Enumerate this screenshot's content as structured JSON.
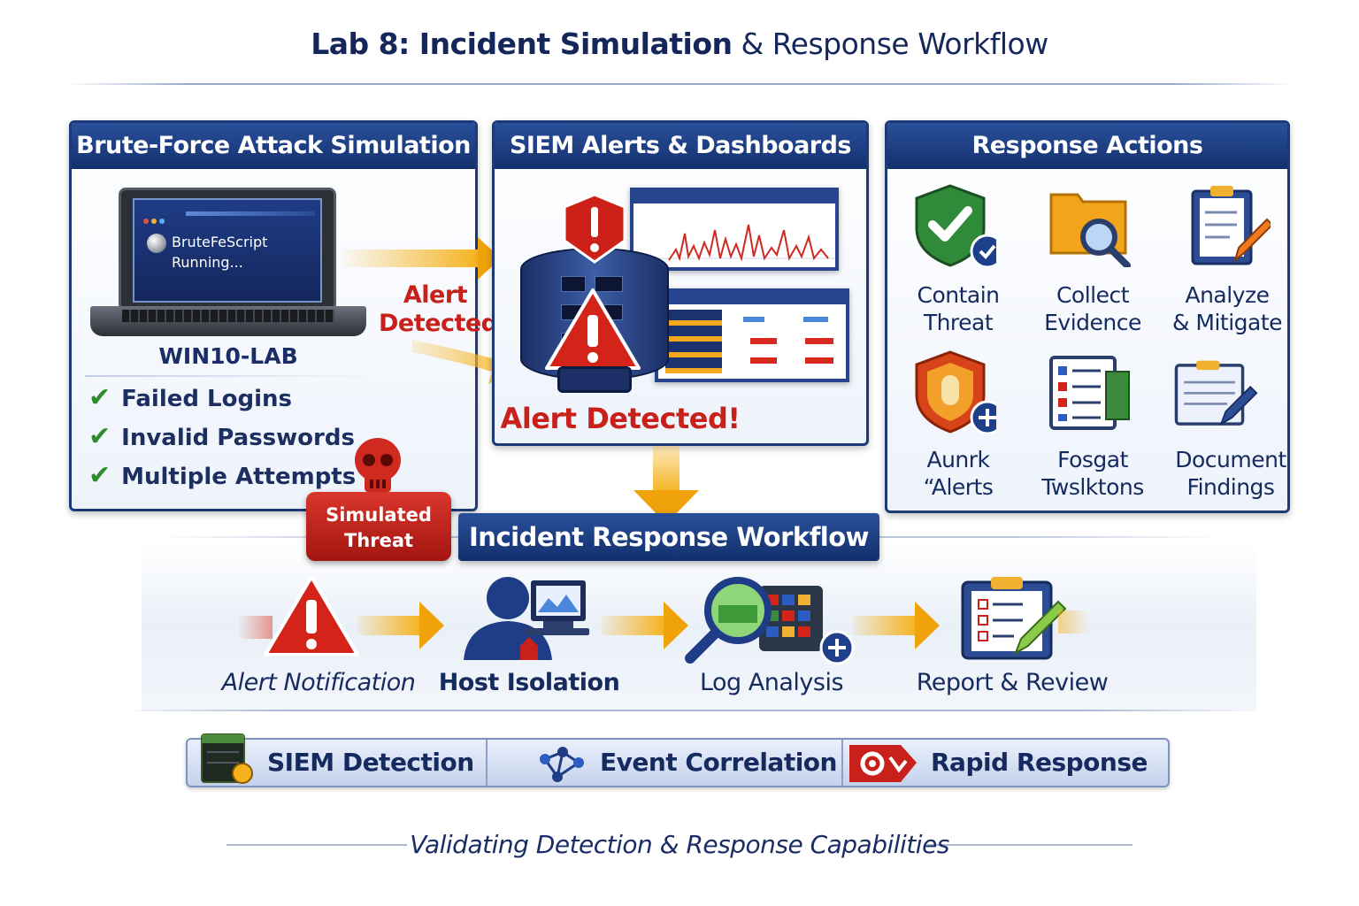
{
  "title": {
    "bold": "Lab 8: Incident Simulation",
    "rest": "& Response Workflow"
  },
  "panels": {
    "attack": {
      "header": "Brute-Force Attack Simulation",
      "screen_text_1": "BruteFeScript",
      "screen_text_2": "Running...",
      "host": "WIN10-LAB",
      "checks": [
        "Failed Logins",
        "Invalid Passwords",
        "Multiple Attempts"
      ]
    },
    "siem": {
      "header": "SIEM Alerts & Dashboards",
      "side_alert_1": "Alert",
      "side_alert_2": "Detected!",
      "main_alert": "Alert Detected!"
    },
    "response": {
      "header": "Response Actions",
      "items": [
        {
          "line1": "Contain",
          "line2": "Threat",
          "icon": "shield-check-icon"
        },
        {
          "line1": "Collect",
          "line2": "Evidence",
          "icon": "folder-search-icon"
        },
        {
          "line1": "Analyze",
          "line2": "& Mitigate",
          "icon": "clipboard-pencil-icon"
        },
        {
          "line1": "Aunrk",
          "line2": "“Alerts",
          "icon": "shield-plus-icon"
        },
        {
          "line1": "Fosgat",
          "line2": "Twslktons",
          "icon": "checklist-icon"
        },
        {
          "line1": "Document",
          "line2": "Findings",
          "icon": "document-pen-icon"
        }
      ]
    }
  },
  "threat_badge": {
    "line1": "Simulated",
    "line2": "Threat"
  },
  "workflow": {
    "title": "Incident Response Workflow",
    "steps": [
      {
        "label": "Alert Notification",
        "icon": "warning-icon"
      },
      {
        "label": "Host Isolation",
        "icon": "user-monitor-icon"
      },
      {
        "label": "Log Analysis",
        "icon": "magnifier-log-icon"
      },
      {
        "label": "Report & Review",
        "icon": "report-clipboard-icon"
      }
    ]
  },
  "bottom_bar": {
    "items": [
      {
        "label": "SIEM Detection",
        "icon": "server-icon"
      },
      {
        "label": "Event Correlation",
        "icon": "network-nodes-icon"
      },
      {
        "label": "Rapid Response",
        "icon": "gear-alert-icon"
      }
    ]
  },
  "footer": "Validating Detection & Response Capabilities",
  "colors": {
    "navy": "#1d3a78",
    "alert_red": "#c8201b",
    "arrow_gold": "#f5b21c",
    "check_green": "#2e8b2e"
  }
}
